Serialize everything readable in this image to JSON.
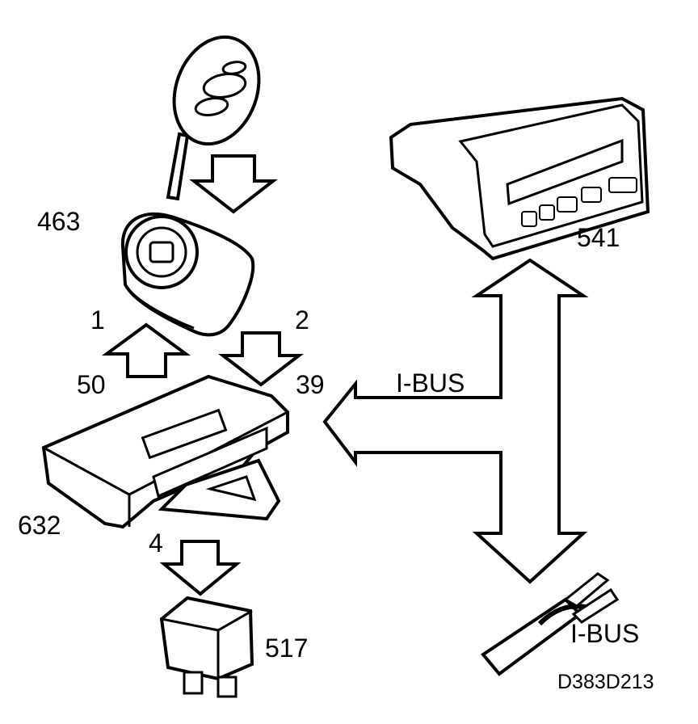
{
  "labels": {
    "key_fob": "463",
    "control_module": "632",
    "display_unit": "541",
    "relay": "517",
    "arrow_1": "1",
    "arrow_2": "2",
    "arrow_4": "4",
    "pin_50": "50",
    "pin_39": "39",
    "bus_main": "I-BUS",
    "bus_cable": "I-BUS",
    "figure_code": "D383D213"
  },
  "colors": {
    "stroke": "#000000",
    "fill": "#ffffff"
  }
}
